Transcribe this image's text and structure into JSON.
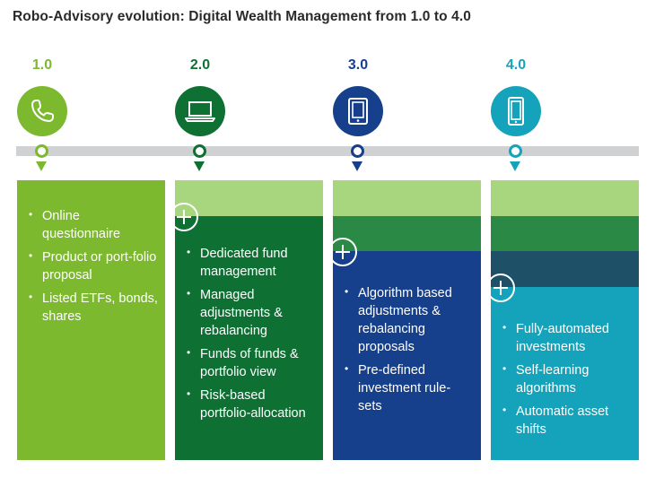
{
  "title": "Robo-Advisory evolution: Digital Wealth Management from 1.0 to 4.0",
  "colors": {
    "light_green": "#7cb92f",
    "pale_green": "#a8d67e",
    "dark_green": "#0e7033",
    "mid_green": "#2a8a45",
    "navy": "#163f8c",
    "dark_teal": "#1e5068",
    "teal": "#14a3bb",
    "timeline": "#d0d1d2"
  },
  "stages": [
    {
      "number": "1.0",
      "icon": "phone-icon",
      "items": [
        "Online questionnaire",
        "Product or port-folio proposal",
        "Listed ETFs, bonds, shares"
      ]
    },
    {
      "number": "2.0",
      "icon": "laptop-icon",
      "items": [
        "Dedicated fund management",
        "Managed adjustments & rebalancing",
        "Funds of funds & portfolio view",
        "Risk-based portfolio-allocation"
      ]
    },
    {
      "number": "3.0",
      "icon": "tablet-icon",
      "items": [
        "Algorithm based adjustments & rebalancing proposals",
        "Pre-defined investment rule-sets"
      ]
    },
    {
      "number": "4.0",
      "icon": "smartphone-icon",
      "items": [
        "Fully-automated investments",
        "Self-learning algorithms",
        "Automatic asset shifts"
      ]
    }
  ]
}
